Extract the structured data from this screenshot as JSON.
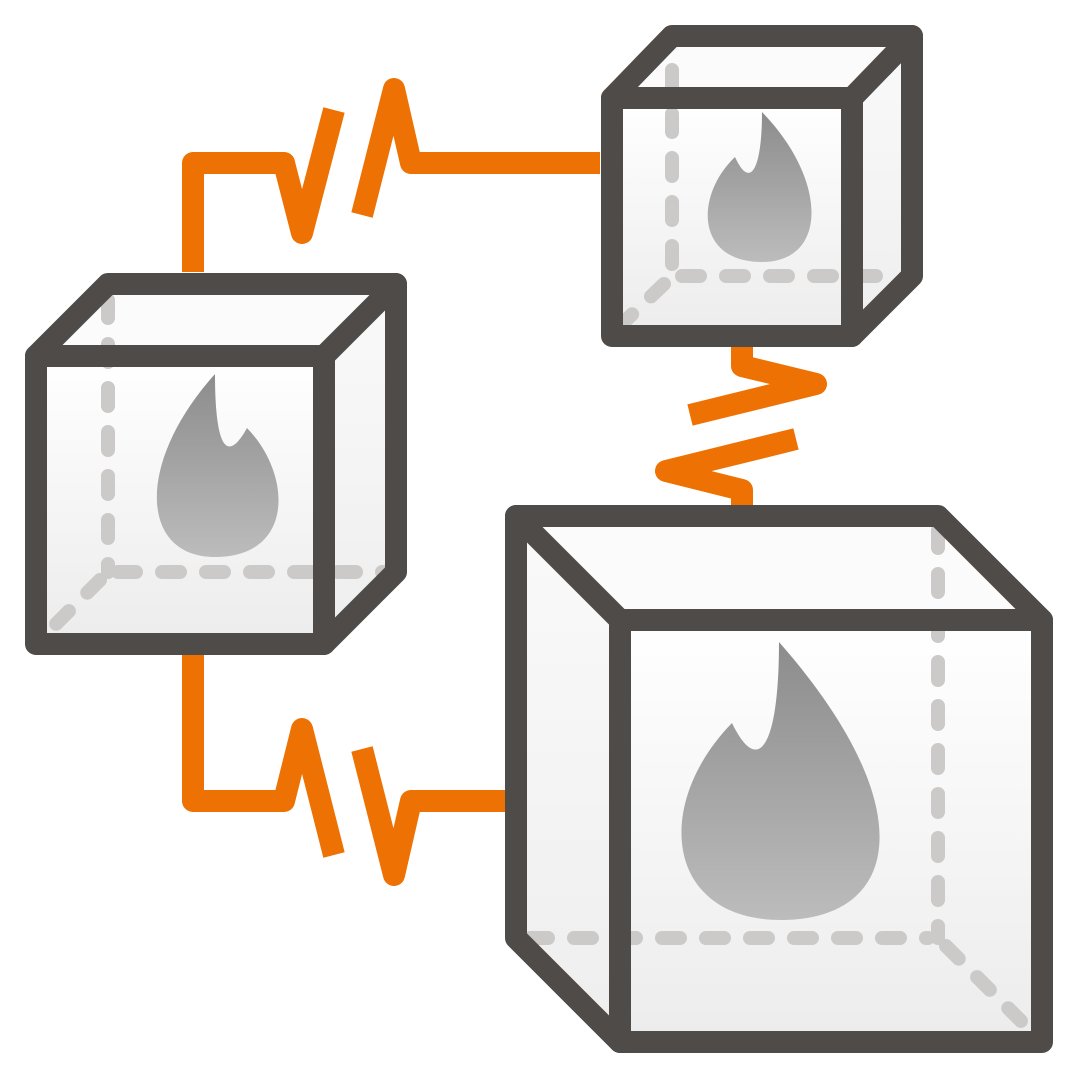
{
  "colors": {
    "connector": "#ee7203",
    "cube_outline": "#4f4b48",
    "hidden_edges": "#cbcac8",
    "face_top": "#ffffff",
    "face_bottom": "#ececec",
    "flame_top": "#8c8c8c",
    "flame_bottom": "#bcbcbc"
  },
  "icons": {
    "cube": "transparent-cube-icon",
    "flame": "flame-icon",
    "connector": "lightning-link-icon"
  },
  "nodes": [
    {
      "id": "cube-left",
      "icon": "flame-icon"
    },
    {
      "id": "cube-top-right",
      "icon": "flame-icon"
    },
    {
      "id": "cube-bottom-right",
      "icon": "flame-icon"
    }
  ],
  "links": [
    {
      "from": "cube-left",
      "to": "cube-top-right",
      "style": "zigzag"
    },
    {
      "from": "cube-top-right",
      "to": "cube-bottom-right",
      "style": "zigzag"
    },
    {
      "from": "cube-left",
      "to": "cube-bottom-right",
      "style": "zigzag"
    }
  ]
}
